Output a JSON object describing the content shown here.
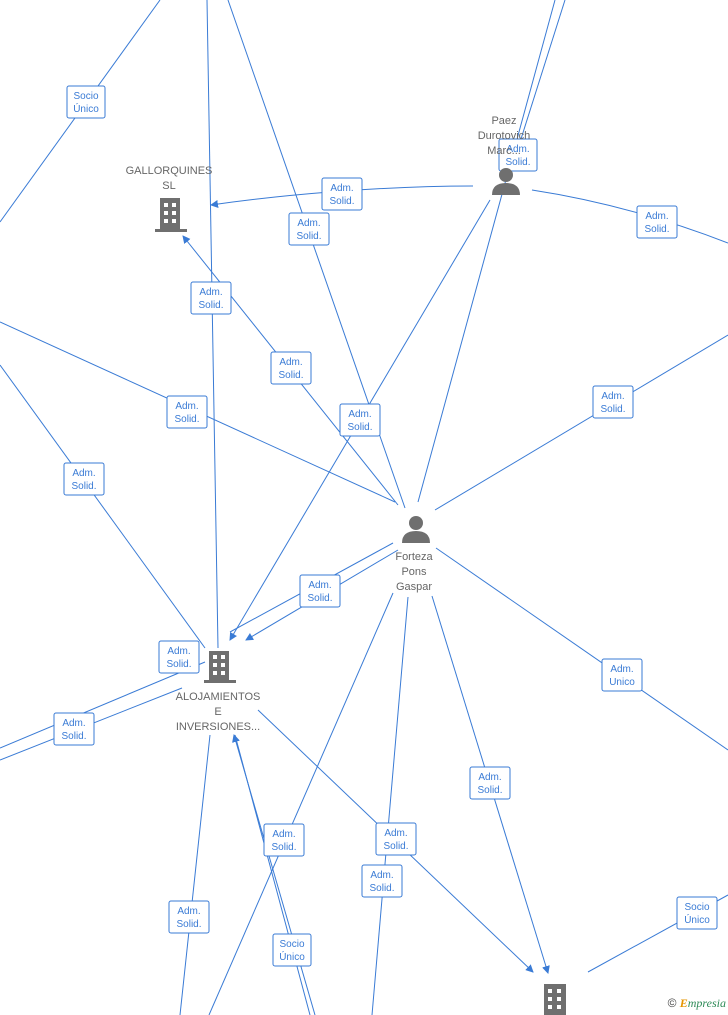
{
  "nodes": {
    "gallorquines": {
      "label": "GALLORQUINES SL",
      "type": "company"
    },
    "alojamientos": {
      "label": "ALOJAMIENTOS E INVERSIONES...",
      "type": "company"
    },
    "forteza": {
      "label": "Forteza Pons Gaspar",
      "type": "person"
    },
    "paez": {
      "label": "Paez Durotovich Marc...",
      "type": "person"
    },
    "bottom_company": {
      "label": "",
      "type": "company"
    }
  },
  "edge_labels": [
    "Socio Único",
    "Adm. Solid.",
    "Adm. Solid.",
    "Adm. Solid.",
    "Adm. Solid.",
    "Adm. Solid.",
    "Adm. Solid.",
    "Adm. Solid.",
    "Adm. Solid.",
    "Adm. Solid.",
    "Adm. Solid.",
    "Adm. Solid.",
    "Adm. Solid.",
    "Adm. Solid.",
    "Adm. Unico",
    "Adm. Solid.",
    "Adm. Solid.",
    "Adm. Solid.",
    "Adm. Solid.",
    "Socio Único",
    "Socio Único"
  ],
  "footer": {
    "copyright": "©",
    "brand_first": "E",
    "brand_rest": "mpresia"
  },
  "colors": {
    "edge": "#3a7bd5",
    "node": "#6f6f6f",
    "text": "#666666"
  }
}
